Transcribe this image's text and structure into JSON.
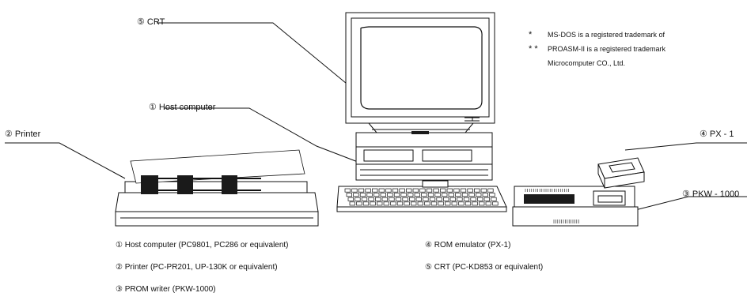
{
  "callouts": {
    "crt": "⑤ CRT",
    "host": "① Host computer",
    "printer": "② Printer",
    "px1": "④ PX - 1",
    "pkw": "③ PKW - 1000"
  },
  "notes": [
    {
      "mark": "*",
      "text": "MS-DOS is a registered trademark of"
    },
    {
      "mark": "* *",
      "text": "PROASM-II is a registered trademark"
    },
    {
      "mark": "",
      "text": "Microcomputer CO., Ltd."
    }
  ],
  "legend": {
    "left": [
      "① Host computer (PC9801, PC286 or equivalent)",
      "② Printer (PC-PR201, UP-130K or equivalent)",
      "③ PROM writer (PKW-1000)"
    ],
    "right": [
      "④ ROM emulator (PX-1)",
      "⑤ CRT (PC-KD853 or equivalent)"
    ]
  },
  "colors": {
    "ink": "#111111",
    "fill_dark": "#1a1a1a",
    "fill_mid": "#666666",
    "paper": "#ffffff"
  }
}
